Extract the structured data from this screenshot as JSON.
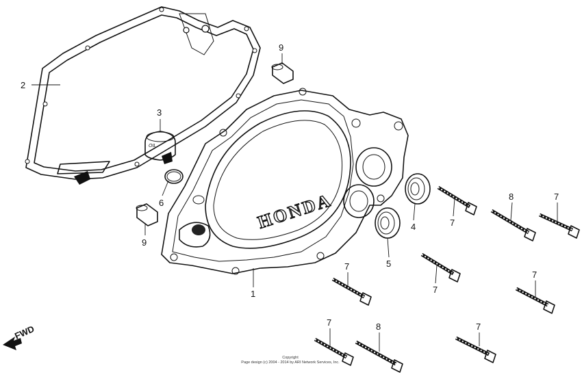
{
  "diagram": {
    "brand_text": "HONDA",
    "oil_text": "OIL",
    "direction_label": "FWD",
    "copyright_line1": "Copyright",
    "copyright_line2": "Page design (c) 2004 - 2014 by ARI Network Services, Inc.",
    "callouts": {
      "c1": "1",
      "c2": "2",
      "c3": "3",
      "c4": "4",
      "c5": "5",
      "c6": "6",
      "c7a": "7",
      "c7b": "7",
      "c7c": "7",
      "c7d": "7",
      "c7e": "7",
      "c7f": "7",
      "c7g": "7",
      "c8a": "8",
      "c8b": "8",
      "c9a": "9",
      "c9b": "9"
    }
  }
}
